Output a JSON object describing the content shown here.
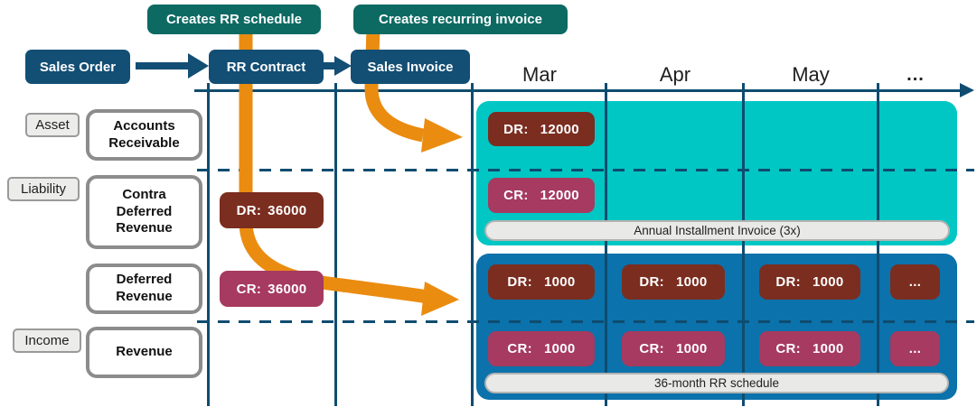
{
  "colors": {
    "navy": "#134e74",
    "line-navy": "#0f4c70",
    "badge-teal": "#0d6a63",
    "orange": "#ea8c10",
    "panel-teal": "#00c7c4",
    "panel-blue": "#0b72ab",
    "chip-maroon": "#7b2d20",
    "chip-magenta": "#a63a60",
    "pill-bg": "#e9e9e7",
    "pill-border": "#b3b3b1",
    "box-border": "#8c8c8c",
    "tag-bg": "#ececea",
    "tag-border": "#9a9a9a",
    "text-dark": "#1f1f1f"
  },
  "flow": {
    "badge_rr_schedule": "Creates RR schedule",
    "badge_recurring_invoice": "Creates recurring invoice",
    "node_sales_order": "Sales Order",
    "node_rr_contract": "RR Contract",
    "node_sales_invoice": "Sales Invoice"
  },
  "timeline": {
    "months": [
      "Mar",
      "Apr",
      "May",
      "..."
    ]
  },
  "accounts": {
    "tag_asset": "Asset",
    "tag_liability": "Liability",
    "tag_income": "Income",
    "box_accounts_receivable": "Accounts\nReceivable",
    "box_contra_deferred_revenue": "Contra\nDeferred\nRevenue",
    "box_deferred_revenue": "Deferred\nRevenue",
    "box_revenue": "Revenue"
  },
  "entries": {
    "contract_dr": {
      "label": "DR:",
      "value": "36000"
    },
    "contract_cr": {
      "label": "CR:",
      "value": "36000"
    },
    "invoice_dr": {
      "label": "DR:",
      "value": "12000"
    },
    "invoice_cr": {
      "label": "CR:",
      "value": "12000"
    },
    "schedule_dr": [
      {
        "label": "DR:",
        "value": "1000"
      },
      {
        "label": "DR:",
        "value": "1000"
      },
      {
        "label": "DR:",
        "value": "1000"
      },
      {
        "label": "...",
        "value": ""
      }
    ],
    "schedule_cr": [
      {
        "label": "CR:",
        "value": "1000"
      },
      {
        "label": "CR:",
        "value": "1000"
      },
      {
        "label": "CR:",
        "value": "1000"
      },
      {
        "label": "...",
        "value": ""
      }
    ]
  },
  "panels": {
    "invoice_caption": "Annual Installment Invoice (3x)",
    "schedule_caption": "36-month RR schedule"
  }
}
